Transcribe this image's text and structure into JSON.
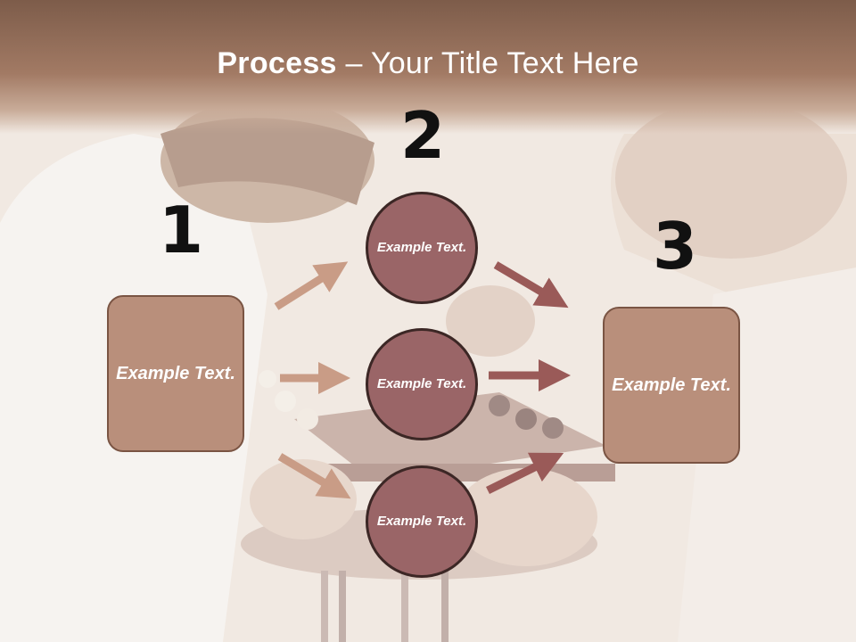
{
  "title": {
    "bold": "Process",
    "rest": " – Your Title Text Here"
  },
  "steps": [
    {
      "number": "1",
      "label": "Example Text."
    },
    {
      "number": "2",
      "label": "Example Text."
    },
    {
      "number": "3",
      "label": "Example Text."
    }
  ],
  "circles": [
    {
      "label": "Example Text."
    },
    {
      "label": "Example Text."
    },
    {
      "label": "Example Text."
    }
  ],
  "colors": {
    "header": "#a27a64",
    "box_fill": "#b98f7b",
    "circle_fill": "#9a6567",
    "arrow_light": "#c99c86",
    "arrow_dark": "#9a5a58"
  }
}
